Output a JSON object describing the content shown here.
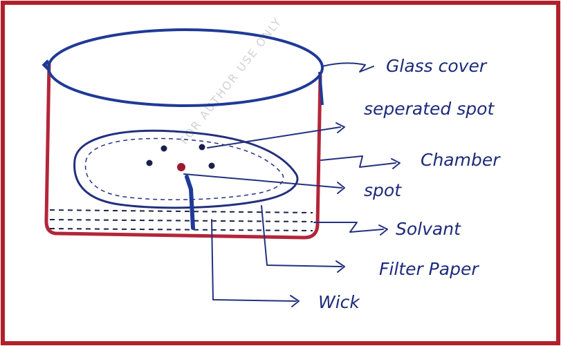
{
  "watermark": "FOR AUTHOR USE ONLY",
  "labels": {
    "glass_cover": "Glass cover",
    "separated_spot": "seperated spot",
    "chamber": "Chamber",
    "spot": "spot",
    "solvent": "Solvant",
    "filter_paper": "Filter Paper",
    "wick": "Wick"
  },
  "colors": {
    "frame": "#b0202a",
    "chamber_wall": "#b3263a",
    "ink_blue": "#23307e",
    "cover_blue": "#1f3a96",
    "spot_red": "#9b1b2e",
    "spot_dark": "#1b1f4a"
  }
}
